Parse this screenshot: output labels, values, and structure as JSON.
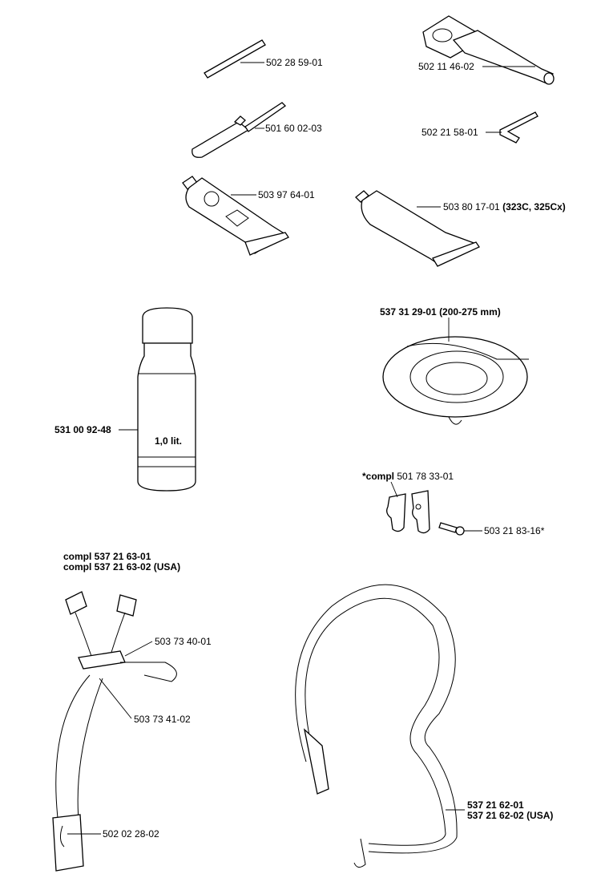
{
  "labels": {
    "pin": "502 28 59-01",
    "wrench": "502 11 46-02",
    "screwdriver": "501 60 02-03",
    "hex_key": "502 21 58-01",
    "grease_tube_small": "503 97 64-01",
    "grease_tube_large_part": "503 80 17-01",
    "grease_tube_large_models": "(323C, 325Cx)",
    "oil_bottle": "531 00 92-48",
    "oil_bottle_volume": "1,0 lit.",
    "guard_part": "537 31 29-01 (200-275 mm)",
    "clamp_compl": "*compl",
    "clamp_part": "501 78 33-01",
    "clamp_screw": "503 21 83-16*",
    "harness_line1": "compl 537 21 63-01",
    "harness_line2": "compl 537 21 63-02 (USA)",
    "harness_buckle_a": "503 73 40-01",
    "harness_buckle_b": "503 73 41-02",
    "harness_hook": "502 02 28-02",
    "strap_line1": "537 21 62-01",
    "strap_line2": "537 21 62-02 (USA)"
  }
}
